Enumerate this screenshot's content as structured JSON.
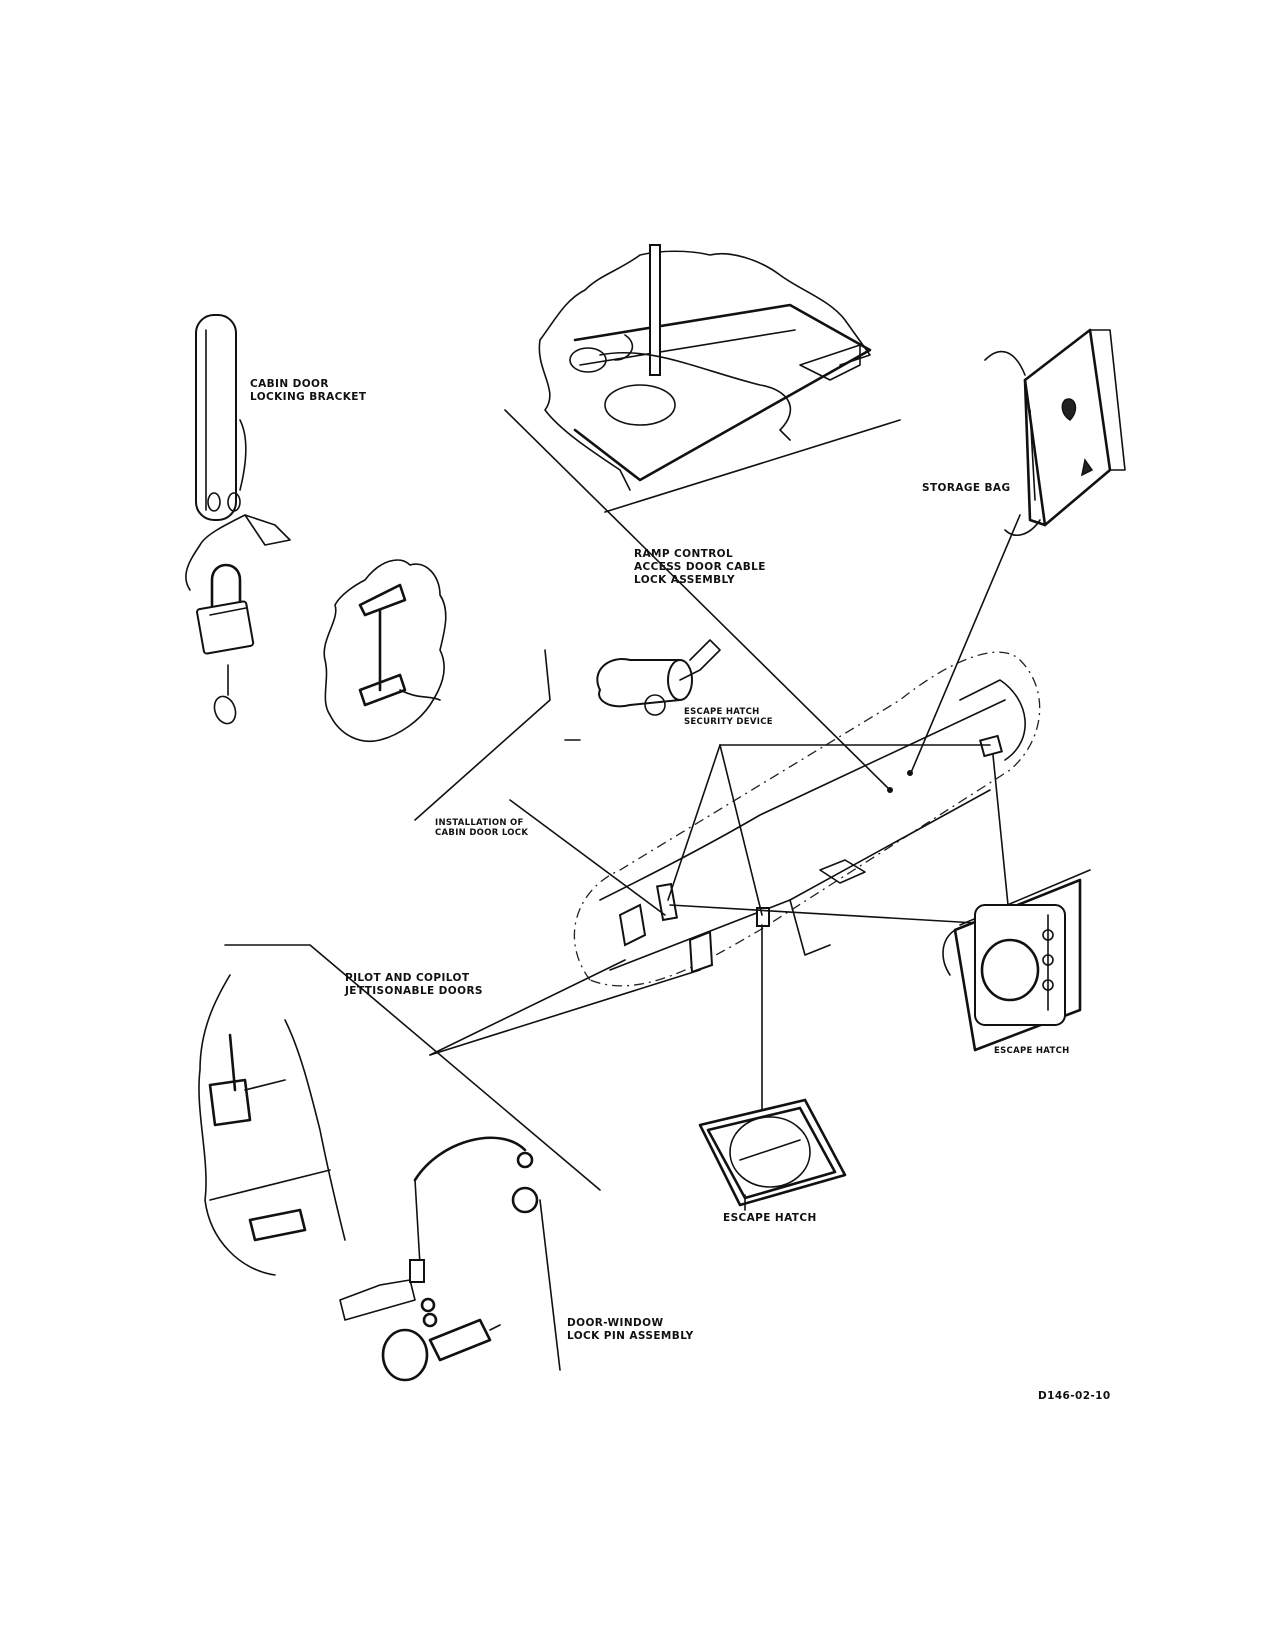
{
  "labels": {
    "cabin_door_locking_bracket": "CABIN DOOR\nLOCKING BRACKET",
    "storage_bag": "STORAGE BAG",
    "ramp_control": "RAMP CONTROL\nACCESS DOOR CABLE\nLOCK ASSEMBLY",
    "escape_hatch_security_device": "ESCAPE HATCH\nSECURITY DEVICE",
    "installation_cabin_door_lock": "INSTALLATION OF\nCABIN DOOR LOCK",
    "pilot_copilot_doors": "PILOT AND COPILOT\nJETTISONABLE DOORS",
    "escape_hatch_right": "ESCAPE HATCH",
    "escape_hatch_bottom": "ESCAPE HATCH",
    "door_window_lock_pin": "DOOR-WINDOW\nLOCK PIN ASSEMBLY",
    "figure_id": "D146-02-10"
  },
  "icons": {
    "padlock": "padlock-icon",
    "escape_hatch": "escape-hatch-icon",
    "storage_bag": "storage-bag-icon",
    "lock_pin": "lock-pin-icon"
  }
}
